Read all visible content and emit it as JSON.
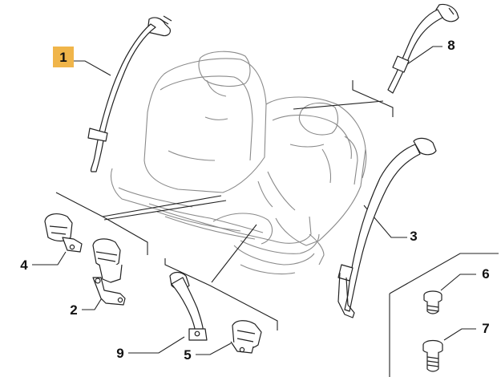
{
  "diagram": {
    "highlight_color": "#f0b54a",
    "line_color": "#222222",
    "seat_color": "#8a8a8a",
    "callouts": [
      {
        "id": "c1",
        "label": "1",
        "part": "left-seatbelt-assembly",
        "highlighted": true
      },
      {
        "id": "c8",
        "label": "8",
        "part": "center-seatbelt-assembly",
        "highlighted": false
      },
      {
        "id": "c3",
        "label": "3",
        "part": "right-seatbelt-assembly",
        "highlighted": false
      },
      {
        "id": "c4",
        "label": "4",
        "part": "left-buckle-receiver",
        "highlighted": false
      },
      {
        "id": "c2",
        "label": "2",
        "part": "double-buckle-receiver",
        "highlighted": false
      },
      {
        "id": "c9",
        "label": "9",
        "part": "center-buckle-stalk",
        "highlighted": false
      },
      {
        "id": "c5",
        "label": "5",
        "part": "right-buckle-receiver",
        "highlighted": false
      },
      {
        "id": "c6",
        "label": "6",
        "part": "short-bolt",
        "highlighted": false
      },
      {
        "id": "c7",
        "label": "7",
        "part": "long-bolt",
        "highlighted": false
      }
    ]
  }
}
